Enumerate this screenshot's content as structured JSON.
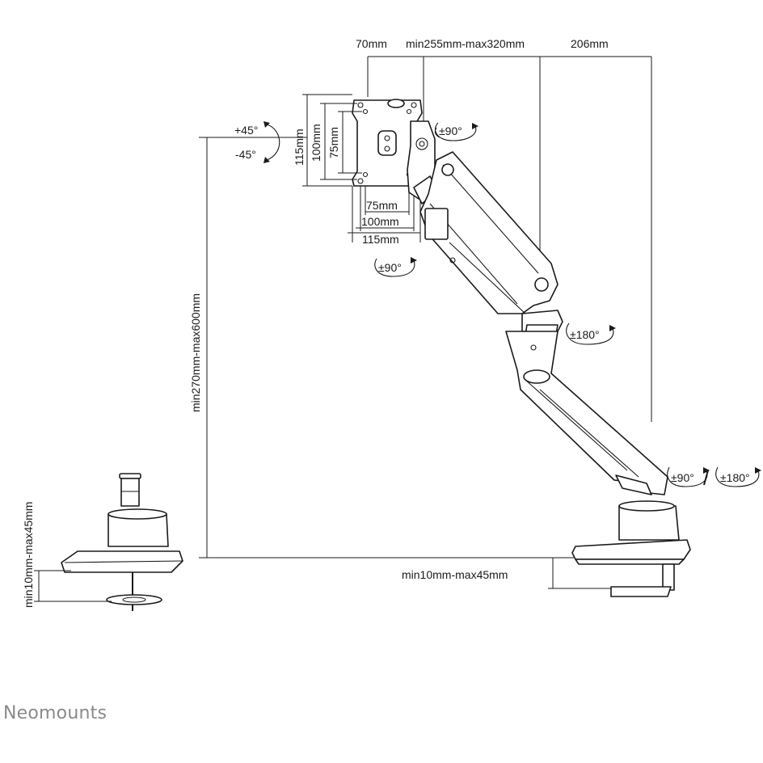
{
  "brand": {
    "logo_text": "Neomounts"
  },
  "dimensions": {
    "top_left_offset": "70mm",
    "arm_reach": "min255mm-max320mm",
    "base_offset": "206mm",
    "vesa_115_vertical": "115mm",
    "vesa_100_vertical": "100mm",
    "vesa_75_vertical": "75mm",
    "vesa_75_horizontal": "75mm",
    "vesa_100_horizontal": "100mm",
    "vesa_115_horizontal": "115mm",
    "height_range": "min270mm-max600mm",
    "desk_thickness_clamp": "min10mm-max45mm",
    "desk_thickness_grommet": "min10mm-max45mm"
  },
  "rotations": {
    "tilt_up": "+45°",
    "tilt_down": "-45°",
    "head_swivel": "±90°",
    "head_rotation": "±90°",
    "elbow_swivel": "±180°",
    "base_swivel_90": "±90°",
    "base_swivel_180": "±180°",
    "separator": "/"
  }
}
